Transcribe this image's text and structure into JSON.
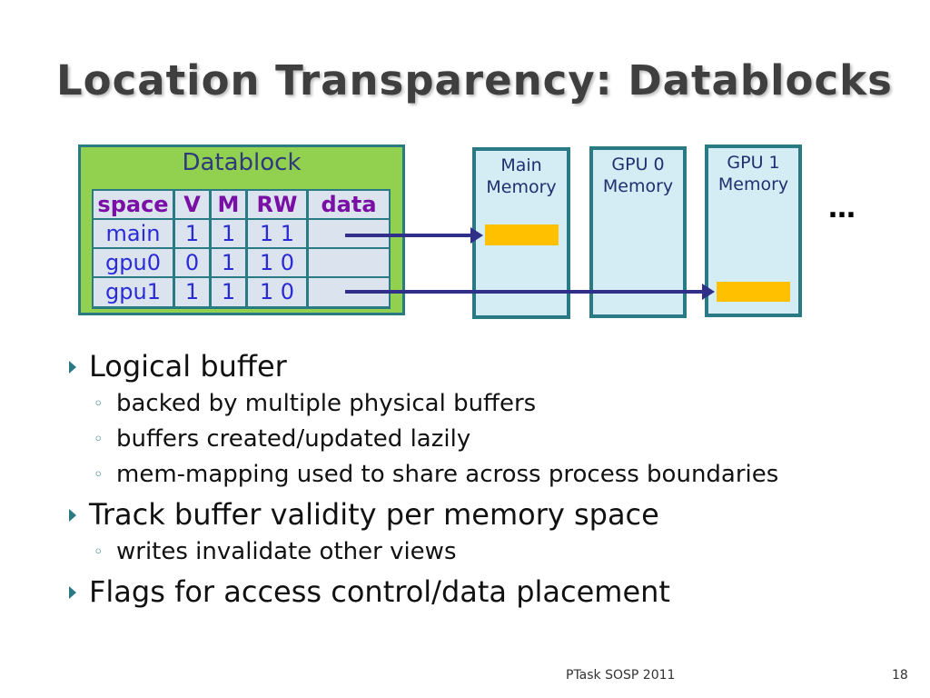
{
  "title": "Location Transparency: Datablocks",
  "datablock": {
    "title": "Datablock",
    "headers": [
      "space",
      "V",
      "M",
      "RW",
      "data"
    ],
    "rows": [
      [
        "main",
        "1",
        "1",
        "1 1",
        ""
      ],
      [
        "gpu0",
        "0",
        "1",
        "1 0",
        ""
      ],
      [
        "gpu1",
        "1",
        "1",
        "1 0",
        ""
      ]
    ]
  },
  "memories": [
    "Main\nMemory",
    "GPU 0\nMemory",
    "GPU 1\nMemory"
  ],
  "ellipsis": "…",
  "bullets": [
    {
      "text": "Logical buffer",
      "sub": [
        "backed by multiple physical buffers",
        "buffers created/updated lazily",
        "mem-mapping used to share across process boundaries"
      ]
    },
    {
      "text": "Track buffer validity per memory space",
      "sub": [
        "writes invalidate other views"
      ]
    },
    {
      "text": "Flags for access control/data placement",
      "sub": []
    }
  ],
  "footer": {
    "center": "PTask SOSP 2011",
    "page": "18"
  },
  "colors": {
    "green": "#92d050",
    "teal": "#2a7a86",
    "yellow": "#ffc000",
    "arrow": "#30308a"
  }
}
